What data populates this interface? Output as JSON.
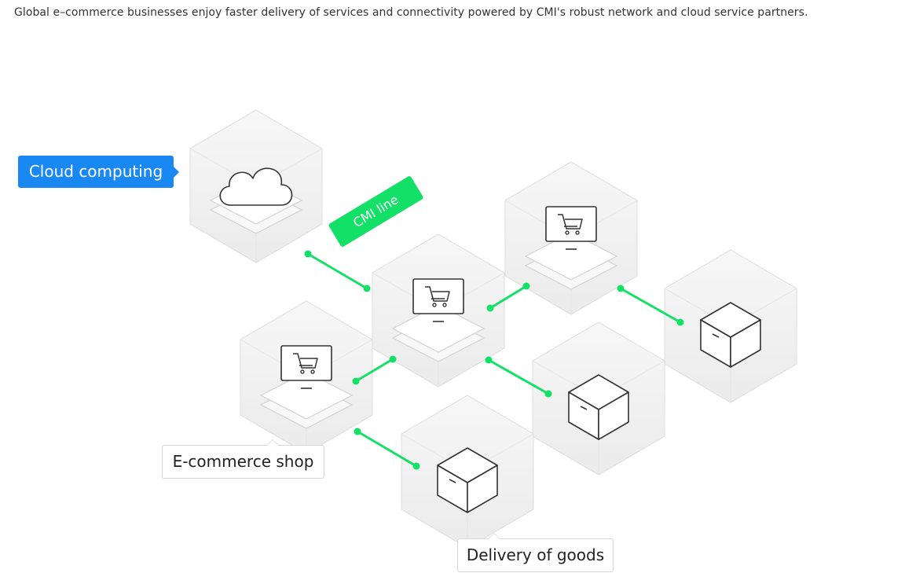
{
  "intro_text": "Global e–commerce businesses enjoy faster delivery of services and connectivity powered by CMI's robust network and cloud service partners.",
  "labels": {
    "cloud": "Cloud computing",
    "shop": "E-commerce shop",
    "delivery": "Delivery of goods",
    "line": "CMI line"
  },
  "colors": {
    "accent_blue": "#1a88f3",
    "line_green": "#13e066",
    "node_face": "#f2f2f2",
    "node_edge": "#d9d9d9"
  },
  "nodes": [
    {
      "id": "cloud-node",
      "icon": "cloud-icon"
    },
    {
      "id": "shop-node-top-right",
      "icon": "shopping-cart-icon"
    },
    {
      "id": "shop-node-center",
      "icon": "shopping-cart-icon"
    },
    {
      "id": "shop-node-left",
      "icon": "shopping-cart-icon"
    },
    {
      "id": "box-node-far-right",
      "icon": "package-box-icon"
    },
    {
      "id": "box-node-right",
      "icon": "package-box-icon"
    },
    {
      "id": "box-node-bottom",
      "icon": "package-box-icon"
    }
  ]
}
